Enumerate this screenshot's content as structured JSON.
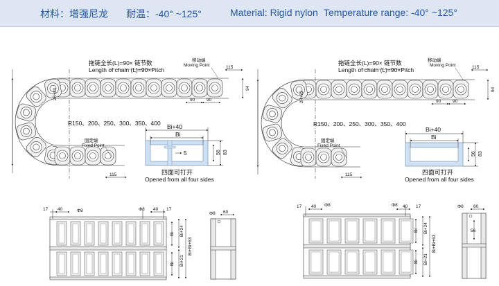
{
  "header": {
    "material_cn": "材料：增强尼龙",
    "temp_cn": "耐温：-40° ~125°",
    "material_en": "Material: Rigid nylon",
    "temp_en": "Temperature range: -40° ~125°",
    "background": "#dde6f2",
    "text_color": "#2656a6"
  },
  "chain_left": {
    "length_cn": "拖链全长(L)=90× 链节数",
    "length_en": "Length of chain (L)=90×Pitch",
    "moving_cn": "移动端",
    "moving_en": "Moving Point",
    "fixed_cn": "固定端",
    "fixed_en": "Fixed Point",
    "radius": "R150、200、250、300、350、400",
    "dim_height": "2R+83",
    "dim_end": "115",
    "dim_end_bottom": "115",
    "dim_side": "94",
    "dim_pitch1": "90",
    "dim_pitch2": "90"
  },
  "chain_right": {
    "length_cn": "拖链全长(L)=90× 链节数",
    "length_en": "Length of chain (L)=90×Pitch",
    "moving_cn": "移动端",
    "moving_en": "Moving Point",
    "fixed_cn": "固定端",
    "fixed_en": "Fixed Point",
    "radius": "R150、200、250、300、350、400",
    "dim_height": "2R+83",
    "dim_end": "115",
    "dim_end_bottom": "115",
    "dim_side": "94",
    "dim_pitch1": "90",
    "dim_pitch2": "90"
  },
  "section_left": {
    "width_outer": "Bi+40",
    "width_inner": "Bi",
    "dim_5": "5",
    "dim_56": "56",
    "dim_83": "83",
    "caption_cn": "四面可打开",
    "caption_en": "Opened from all four sides"
  },
  "section_right": {
    "width_outer": "Bi+40",
    "width_inner": "Bi",
    "dim_56": "56",
    "dim_83": "83",
    "caption_cn": "四面可打开",
    "caption_en": "Opened from all four sides"
  },
  "plan_left": {
    "d17": "17",
    "d40": "40",
    "phi8_a": "Φ8",
    "phi8_b": "Φ8",
    "d40_right": "40",
    "d17_right": "17",
    "bi_a": "Bi",
    "bi24": "Bi+24",
    "bi_b": "Bi",
    "bi21": "Bi+21",
    "bibi63": "Bi+Bi+63"
  },
  "side_left": {
    "phi8": "Φ8",
    "d60": "60"
  },
  "plan_right": {
    "d17": "17",
    "d40": "40",
    "phi8_a": "Φ8",
    "phi8_b": "Φ8",
    "d40_right": "40",
    "d17_right": "17",
    "bi_a": "Bi",
    "bi24": "Bi+24",
    "bi_b": "Bi",
    "bi21": "Bi+21",
    "bibi63": "Bi+Bi+63"
  },
  "side_right": {
    "phi8": "Φ8",
    "d60": "60",
    "d56": "56"
  }
}
